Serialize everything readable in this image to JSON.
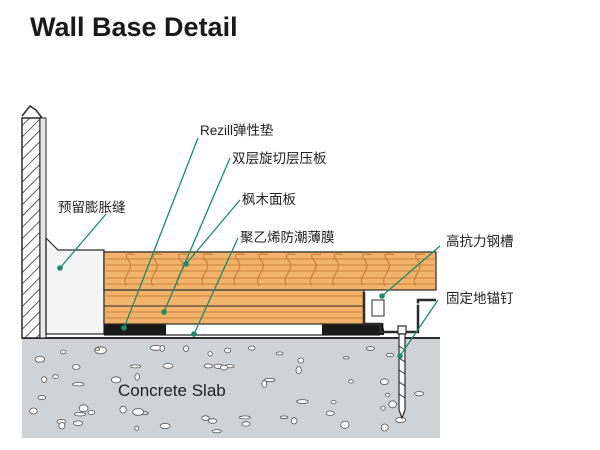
{
  "title": "Wall Base Detail",
  "labels": {
    "rezill": "Rezill弹性垫",
    "plywood": "双层旋切层压板",
    "maple": "枫木面板",
    "film": "聚乙烯防潮薄膜",
    "expansion_gap": "预留膨胀缝",
    "steel_channel": "高抗力钢槽",
    "anchor": "固定地锚钉",
    "slab": "Concrete Slab"
  },
  "colors": {
    "leader": "#1c8a6e",
    "wood": "#f2b36a",
    "wood_grain": "#c9803a",
    "concrete": "#cfd3d6",
    "wall": "#e8e8e8",
    "pad": "#1a1a1a",
    "outline": "#2b2b2b"
  }
}
